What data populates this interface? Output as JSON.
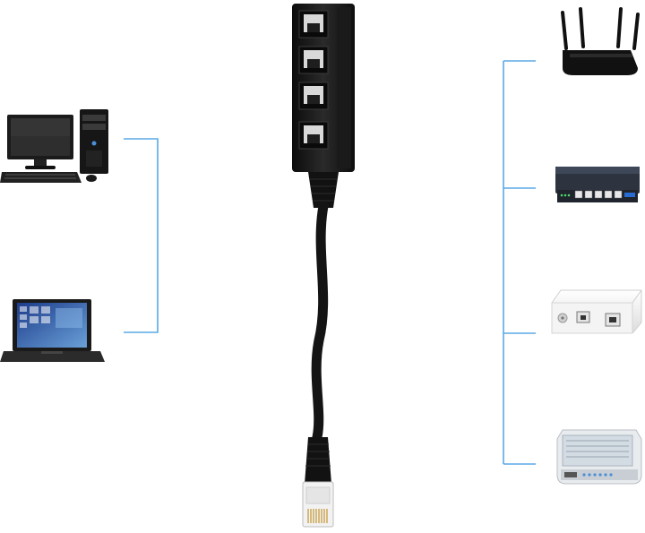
{
  "scene": {
    "colors": {
      "background": "#ffffff",
      "connector_line": "#5aa9e6",
      "cable_black": "#141414",
      "port_metal": "#d9d9d9"
    },
    "left_devices": [
      "desktop-computer",
      "laptop"
    ],
    "right_devices": [
      "wifi-router",
      "network-switch",
      "modem-box",
      "network-device"
    ],
    "center_product": "rj45-1-to-4-splitter-cable",
    "splitter_ports": 4
  }
}
